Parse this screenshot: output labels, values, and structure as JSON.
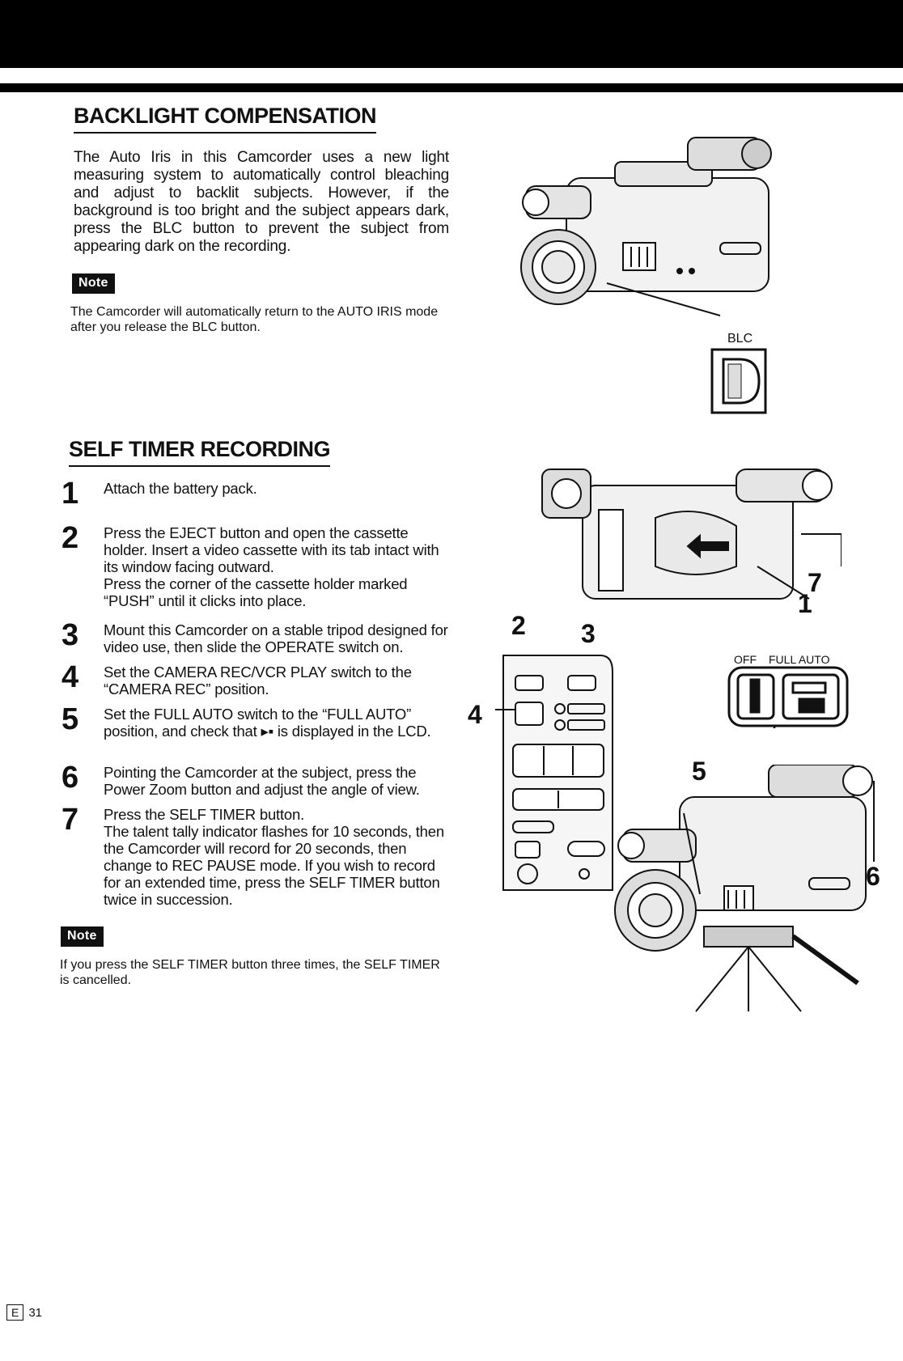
{
  "backlight": {
    "title": "BACKLIGHT COMPENSATION",
    "body": "The Auto Iris in this Camcorder uses a new light measuring system to automatically control bleaching and adjust to backlit subjects. However, if the background is too bright and the subject appears dark, press the BLC button to prevent the subject from appearing dark on the recording.",
    "note_label": "Note",
    "note_text": "The Camcorder will automatically return to the AUTO IRIS mode after you release the BLC button.",
    "illustration_label": "BLC"
  },
  "self_timer": {
    "title": "SELF TIMER RECORDING",
    "steps": [
      {
        "num": "1",
        "lines": [
          "Attach the battery pack."
        ]
      },
      {
        "num": "2",
        "lines": [
          "Press the EJECT button and open the cassette holder. Insert a video cassette with its tab intact with its window facing outward.",
          "Press the corner of the cassette holder marked “PUSH” until it clicks into place."
        ]
      },
      {
        "num": "3",
        "lines": [
          "Mount this Camcorder on a stable tripod designed for video use, then slide the OPERATE switch on."
        ]
      },
      {
        "num": "4",
        "lines": [
          "Set the CAMERA REC/VCR PLAY switch to the “CAMERA REC” position."
        ]
      },
      {
        "num": "5",
        "lines": [
          "Set the FULL AUTO switch to the “FULL AUTO” position, and check that ▸▪ is displayed in the LCD."
        ]
      },
      {
        "num": "6",
        "lines": [
          "Pointing the Camcorder at the subject, press the Power Zoom button and adjust the angle of view."
        ]
      },
      {
        "num": "7",
        "lines": [
          "Press the SELF TIMER button.",
          "The talent tally indicator flashes for 10 seconds, then the Camcorder will record for 20 seconds, then change to REC PAUSE mode. If you wish to record for an extended time, press the SELF TIMER button twice in succession."
        ]
      }
    ],
    "note_label": "Note",
    "note_text": "If you press the SELF TIMER button three times, the SELF TIMER is cancelled.",
    "callouts": {
      "c1": "1",
      "c2": "2",
      "c3": "3",
      "c4": "4",
      "c5": "5",
      "c6": "6",
      "c7": "7"
    },
    "switch_label_off": "OFF",
    "switch_label_full_auto": "FULL AUTO"
  },
  "footer": {
    "lang": "E",
    "page": "31"
  }
}
